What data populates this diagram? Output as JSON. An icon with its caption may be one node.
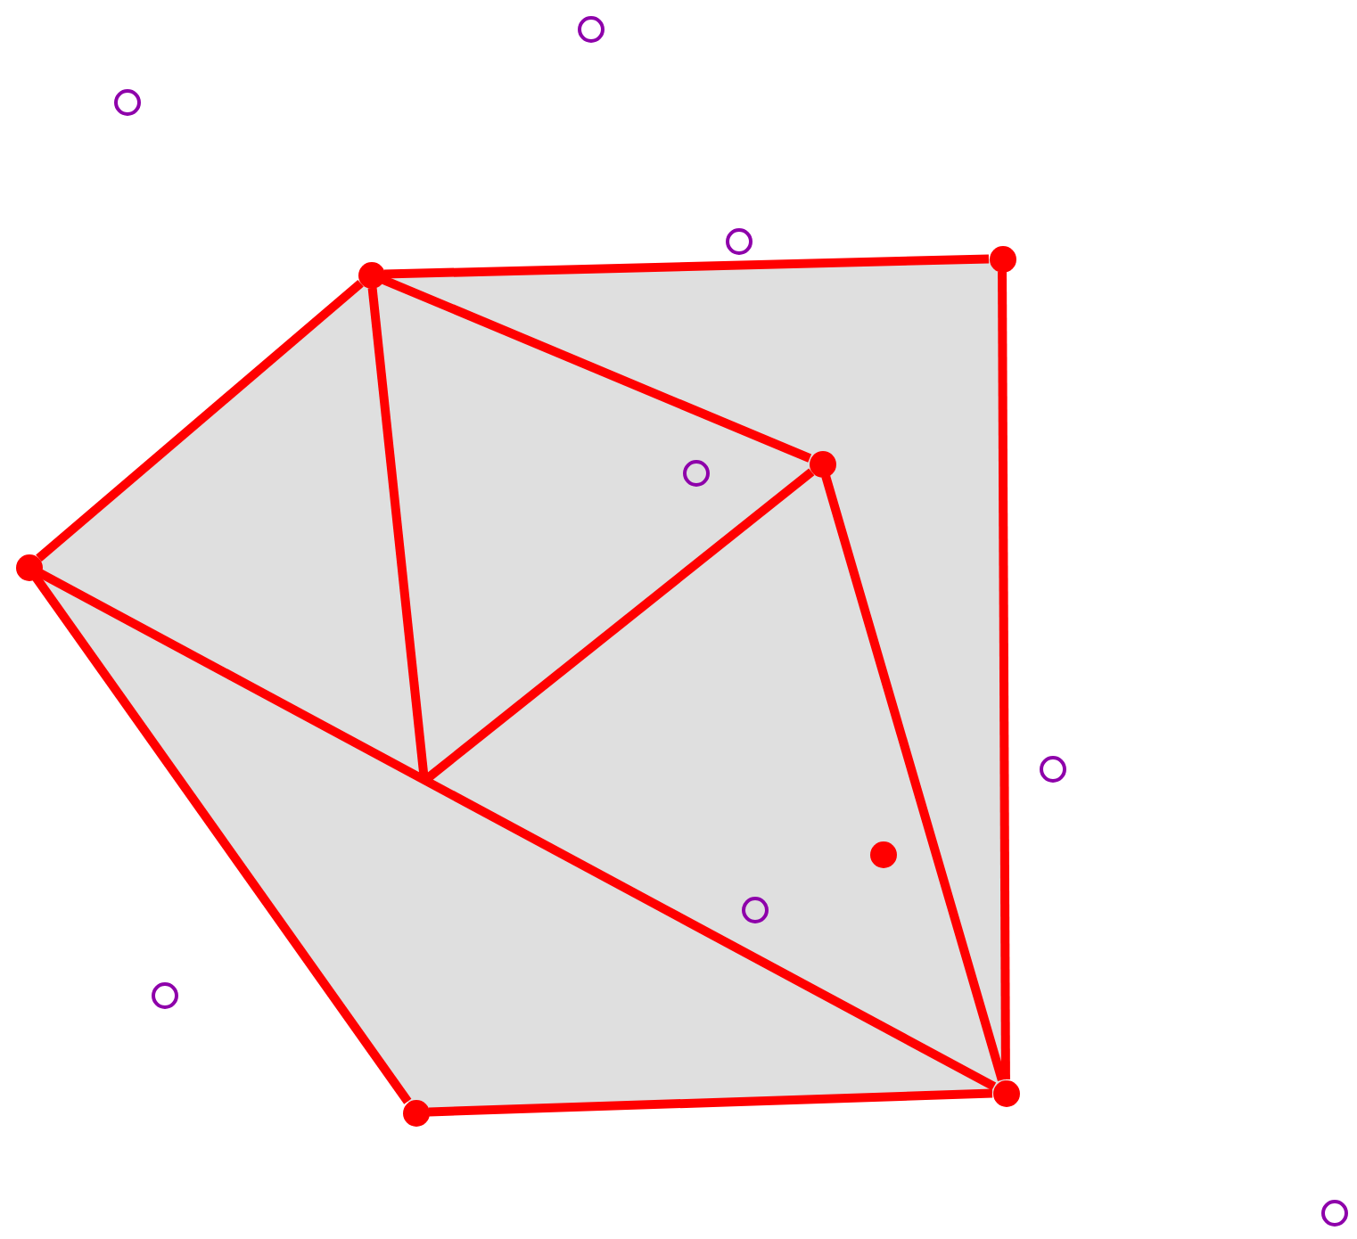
{
  "diagram": {
    "nodes": [
      {
        "text": [],
        "shape": "circle"
      },
      {
        "text": [],
        "shape": "circle"
      },
      {
        "text": [],
        "shape": "circle"
      },
      {
        "text": [],
        "shape": "dot"
      },
      {
        "text": [],
        "shape": "dot"
      },
      {
        "text": [],
        "shape": "dot"
      },
      {
        "text": [],
        "shape": "circle"
      },
      {
        "text": [],
        "shape": "dot"
      },
      {
        "text": [],
        "shape": "circle"
      },
      {
        "text": [],
        "shape": "dot"
      },
      {
        "text": [],
        "shape": "circle"
      },
      {
        "text": [],
        "shape": "circle"
      },
      {
        "text": [],
        "shape": "dot"
      },
      {
        "text": [],
        "shape": "dot"
      },
      {
        "text": [],
        "shape": "circle"
      }
    ],
    "edges": [
      {
        "from": 4,
        "to": 3,
        "arrow": "none"
      },
      {
        "from": 3,
        "to": 12,
        "arrow": "none"
      },
      {
        "from": 4,
        "to": 5,
        "arrow": "none"
      },
      {
        "from": 4,
        "to": 7,
        "arrow": "none"
      },
      {
        "from": 4,
        "to": null,
        "arrow": "none"
      },
      {
        "from": 5,
        "to": null,
        "arrow": "none"
      },
      {
        "from": 7,
        "to": 12,
        "arrow": "none"
      },
      {
        "from": 7,
        "to": 13,
        "arrow": "none"
      },
      {
        "from": 13,
        "to": 12,
        "arrow": "none"
      },
      {
        "from": 5,
        "to": 12,
        "arrow": "none"
      }
    ]
  }
}
